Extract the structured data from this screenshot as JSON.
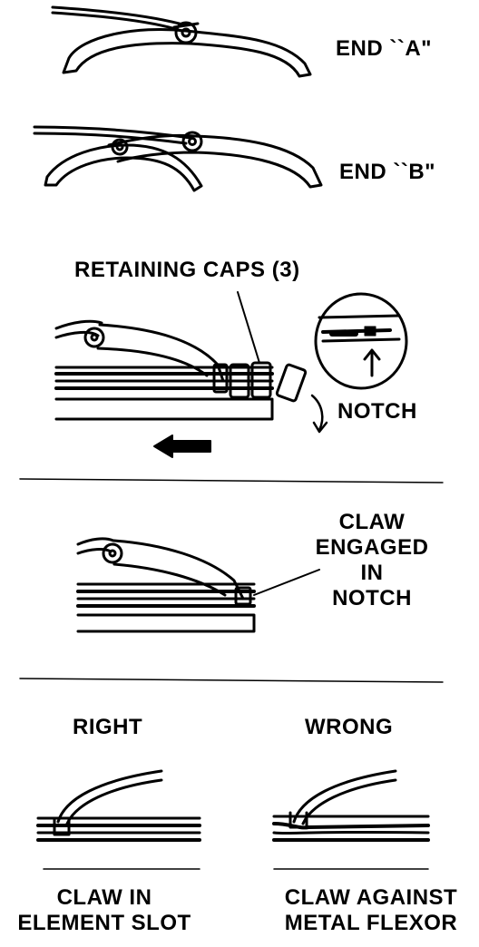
{
  "labels": {
    "end_a": "END ``A\"",
    "end_b": "END ``B\"",
    "retaining_caps": "RETAINING CAPS (3)",
    "notch": "NOTCH",
    "claw_engaged": [
      "CLAW",
      "ENGAGED",
      "IN",
      "NOTCH"
    ],
    "right": "RIGHT",
    "wrong": "WRONG",
    "claw_in_slot": [
      "CLAW IN",
      "ELEMENT SLOT"
    ],
    "claw_against": [
      "CLAW AGAINST",
      "METAL FLEXOR"
    ]
  },
  "colors": {
    "ink": "#000000",
    "paper": "#ffffff"
  }
}
